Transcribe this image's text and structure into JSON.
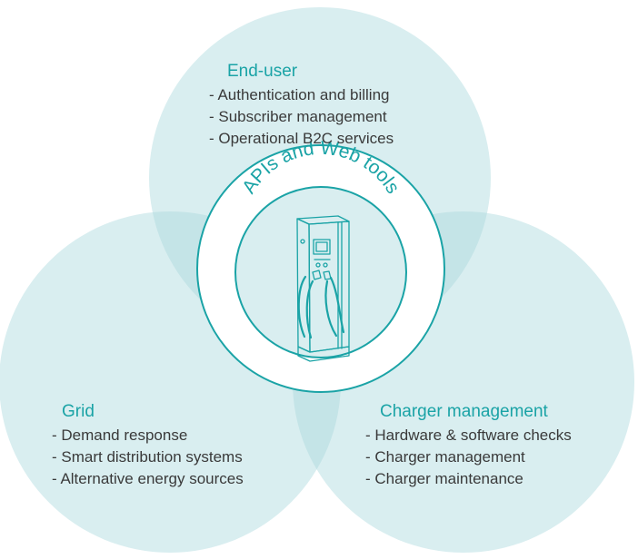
{
  "colors": {
    "circle_fill": "#d9eef0",
    "overlap_fill": "#c4e4e7",
    "accent_teal": "#1aa3a6",
    "text_dark": "#3a3a3a"
  },
  "center": {
    "ring_label": "APIs and Web tools",
    "icon": "ev-charging-station-icon"
  },
  "sections": {
    "end_user": {
      "title": "End-user",
      "items": [
        "- Authentication and billing",
        "- Subscriber management",
        "- Operational B2C services"
      ]
    },
    "grid": {
      "title": "Grid",
      "items": [
        "- Demand response",
        "- Smart distribution systems",
        "- Alternative energy sources"
      ]
    },
    "charger": {
      "title": "Charger management",
      "items": [
        "- Hardware & software checks",
        "- Charger management",
        "- Charger maintenance"
      ]
    }
  }
}
